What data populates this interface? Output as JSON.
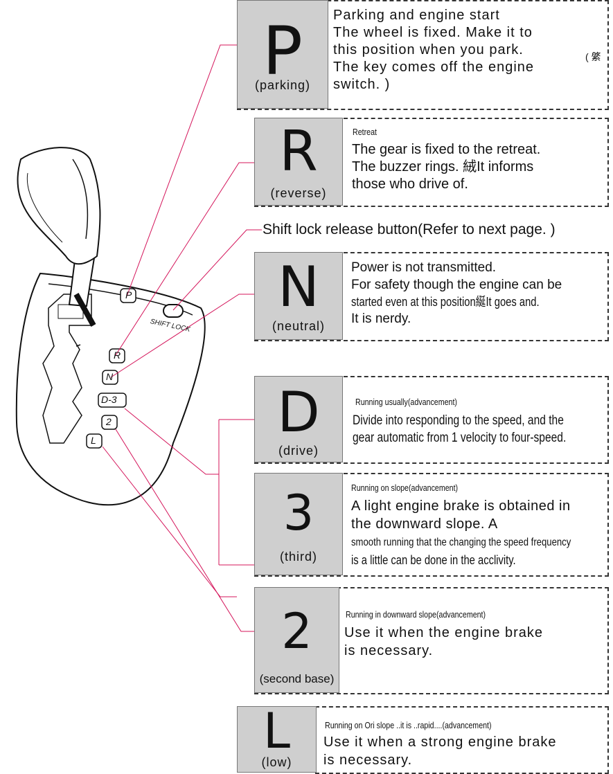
{
  "shifter_plate": {
    "labels": [
      "P",
      "R",
      "N",
      "D-3",
      "2",
      "L"
    ],
    "shift_lock_label": "SHIFT LOCK"
  },
  "gears": {
    "p": {
      "letter": "P",
      "name": "(parking)",
      "lines": [
        "Parking and engine start",
        "The wheel is fixed. Make it to",
        "this position when you park.",
        "The key comes off the engine",
        "switch. )"
      ],
      "margin_note": "( 綮"
    },
    "r": {
      "letter": "R",
      "name": "(reverse)",
      "heading": "Retreat",
      "lines": [
        "The gear is fixed to the retreat.",
        "The buzzer rings. 絨It informs",
        "those who drive of."
      ]
    },
    "shift_lock": {
      "label": "Shift lock release button(Refer to next page. )"
    },
    "n": {
      "letter": "N",
      "name": "(neutral)",
      "line1": "Power is not transmitted.",
      "line2": "For safety though the engine can be",
      "line3": "started even at this position綖It goes and.",
      "line4": "It is nerdy."
    },
    "d": {
      "letter": "D",
      "name": "(drive)",
      "heading": "Running usually(advancement)",
      "line1": "Divide into responding to the speed, and the",
      "line2": "gear automatic from 1 velocity to four-speed."
    },
    "t3": {
      "letter": "3",
      "name": "(third)",
      "heading": "Running on slope(advancement)",
      "line1": "A light engine brake is obtained in",
      "line2": "the downward slope. A",
      "line3": "smooth running that the changing the speed frequency",
      "line4": "is a little can be done in the acclivity."
    },
    "t2": {
      "letter": "2",
      "name": "(second base)",
      "heading": "Running in downward slope(advancement)",
      "line1": "Use it when the engine brake",
      "line2": "is necessary."
    },
    "l": {
      "letter": "L",
      "name": "(low)",
      "heading": "Running on Ori slope ..it is ..rapid....(advancement)",
      "line1": "Use it when a strong engine brake",
      "line2": "is necessary."
    }
  }
}
